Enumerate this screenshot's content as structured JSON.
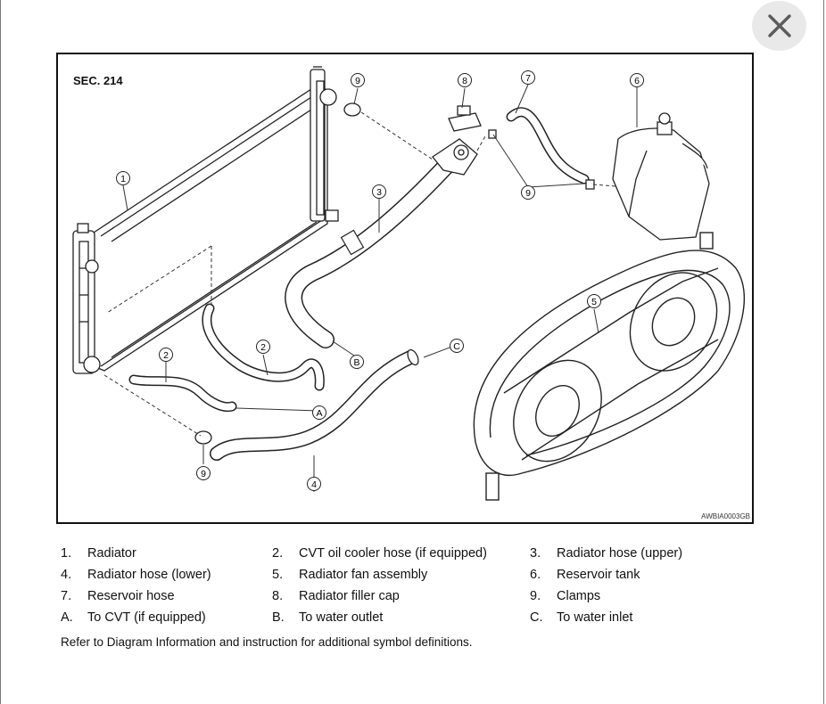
{
  "close_icon": "close-icon",
  "diagram": {
    "section": "SEC. 214",
    "code": "AWBIA0003GB",
    "callouts": [
      "1",
      "2",
      "2",
      "3",
      "4",
      "5",
      "6",
      "7",
      "8",
      "9",
      "9",
      "9",
      "A",
      "B",
      "C"
    ]
  },
  "legend": [
    [
      {
        "key": "1.",
        "text": "Radiator"
      },
      {
        "key": "2.",
        "text": "CVT oil cooler hose (if equipped)"
      },
      {
        "key": "3.",
        "text": "Radiator hose (upper)"
      }
    ],
    [
      {
        "key": "4.",
        "text": "Radiator hose (lower)"
      },
      {
        "key": "5.",
        "text": "Radiator fan assembly"
      },
      {
        "key": "6.",
        "text": "Reservoir tank"
      }
    ],
    [
      {
        "key": "7.",
        "text": "Reservoir hose"
      },
      {
        "key": "8.",
        "text": "Radiator filler cap"
      },
      {
        "key": "9.",
        "text": "Clamps"
      }
    ],
    [
      {
        "key": "A.",
        "text": "To CVT (if equipped)"
      },
      {
        "key": "B.",
        "text": "To water outlet"
      },
      {
        "key": "C.",
        "text": "To water inlet"
      }
    ]
  ],
  "footnote": "Refer to Diagram Information and instruction for additional symbol definitions."
}
